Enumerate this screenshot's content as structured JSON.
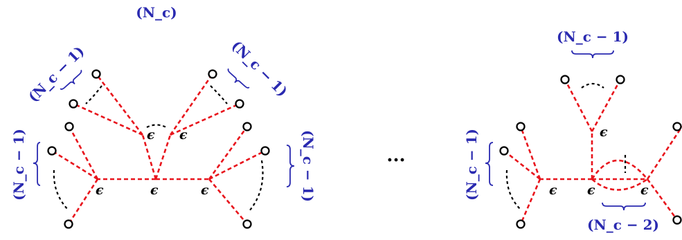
{
  "colors": {
    "edge": "#e8141c",
    "label": "#2a2ab0",
    "text": "#000000"
  },
  "left_diagram": {
    "top_label": "(N_c)",
    "vertex_label": "ϵ",
    "bundle_labels": [
      "(N_c − 1)",
      "(N_c − 1)",
      "(N_c − 1)",
      "(N_c − 1)"
    ]
  },
  "separator": "···",
  "right_diagram": {
    "vertex_label": "ϵ",
    "top_bundle_label": "(N_c − 1)",
    "left_bundle_label": "(N_c − 1)",
    "bottom_bundle_label": "(N_c − 2)"
  }
}
